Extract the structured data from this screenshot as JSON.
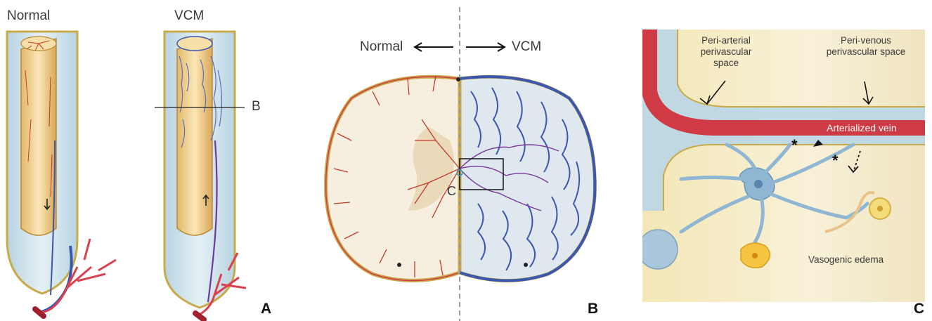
{
  "panel_a": {
    "label_normal": "Normal",
    "label_vcm": "VCM",
    "section_marker": "B",
    "panel_letter": "A"
  },
  "panel_b": {
    "label_normal": "Normal",
    "label_vcm": "VCM",
    "inset_marker": "C",
    "panel_letter": "B"
  },
  "panel_c": {
    "label_periarterial": "Peri-arterial perivascular space",
    "label_perivenous": "Peri-venous perivascular space",
    "label_arterialized_vein": "Arterialized vein",
    "label_edema": "Vasogenic edema",
    "asterisk": "*",
    "panel_letter": "C"
  },
  "colors": {
    "artery": "#cf3a45",
    "vein": "#3a58b0",
    "cord": "#f2d59a",
    "csf": "#cfe2ec",
    "dura": "#c9a94a"
  }
}
